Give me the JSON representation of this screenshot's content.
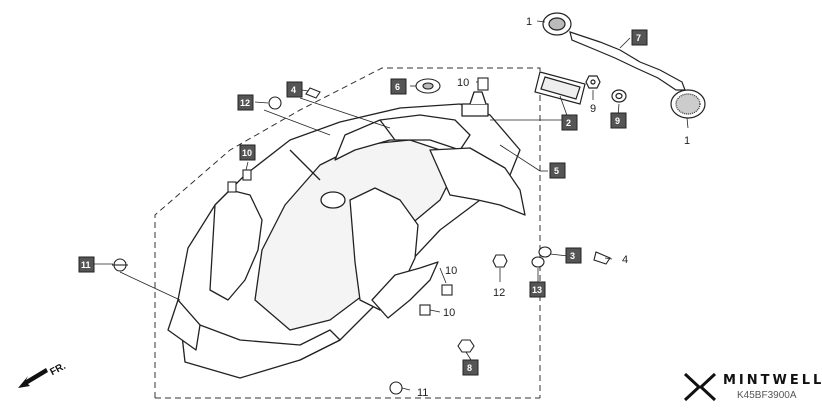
{
  "diagram": {
    "callouts": [
      {
        "id": "c1a",
        "text": "1",
        "boxed": false
      },
      {
        "id": "c1b",
        "text": "1",
        "boxed": false
      },
      {
        "id": "c2",
        "text": "2",
        "boxed": true
      },
      {
        "id": "c3",
        "text": "3",
        "boxed": true
      },
      {
        "id": "c4a",
        "text": "4",
        "boxed": true
      },
      {
        "id": "c4b",
        "text": "4",
        "boxed": false
      },
      {
        "id": "c5",
        "text": "5",
        "boxed": true
      },
      {
        "id": "c6",
        "text": "6",
        "boxed": true
      },
      {
        "id": "c7",
        "text": "7",
        "boxed": true
      },
      {
        "id": "c8",
        "text": "8",
        "boxed": true
      },
      {
        "id": "c9a",
        "text": "9",
        "boxed": false
      },
      {
        "id": "c9b",
        "text": "9",
        "boxed": true
      },
      {
        "id": "c10a",
        "text": "10",
        "boxed": false
      },
      {
        "id": "c10b",
        "text": "10",
        "boxed": true
      },
      {
        "id": "c10c",
        "text": "10",
        "boxed": false
      },
      {
        "id": "c10d",
        "text": "10",
        "boxed": false
      },
      {
        "id": "c11a",
        "text": "11",
        "boxed": true
      },
      {
        "id": "c11b",
        "text": "11",
        "boxed": false
      },
      {
        "id": "c12a",
        "text": "12",
        "boxed": true
      },
      {
        "id": "c12b",
        "text": "12",
        "boxed": false
      },
      {
        "id": "c13",
        "text": "13",
        "boxed": true
      }
    ]
  },
  "direction_label": "FR.",
  "brand": {
    "name": "MINTWELL",
    "code": "K45BF3900A"
  },
  "colors": {
    "line": "#222222",
    "box_fill": "#555555",
    "box_text": "#ffffff"
  }
}
